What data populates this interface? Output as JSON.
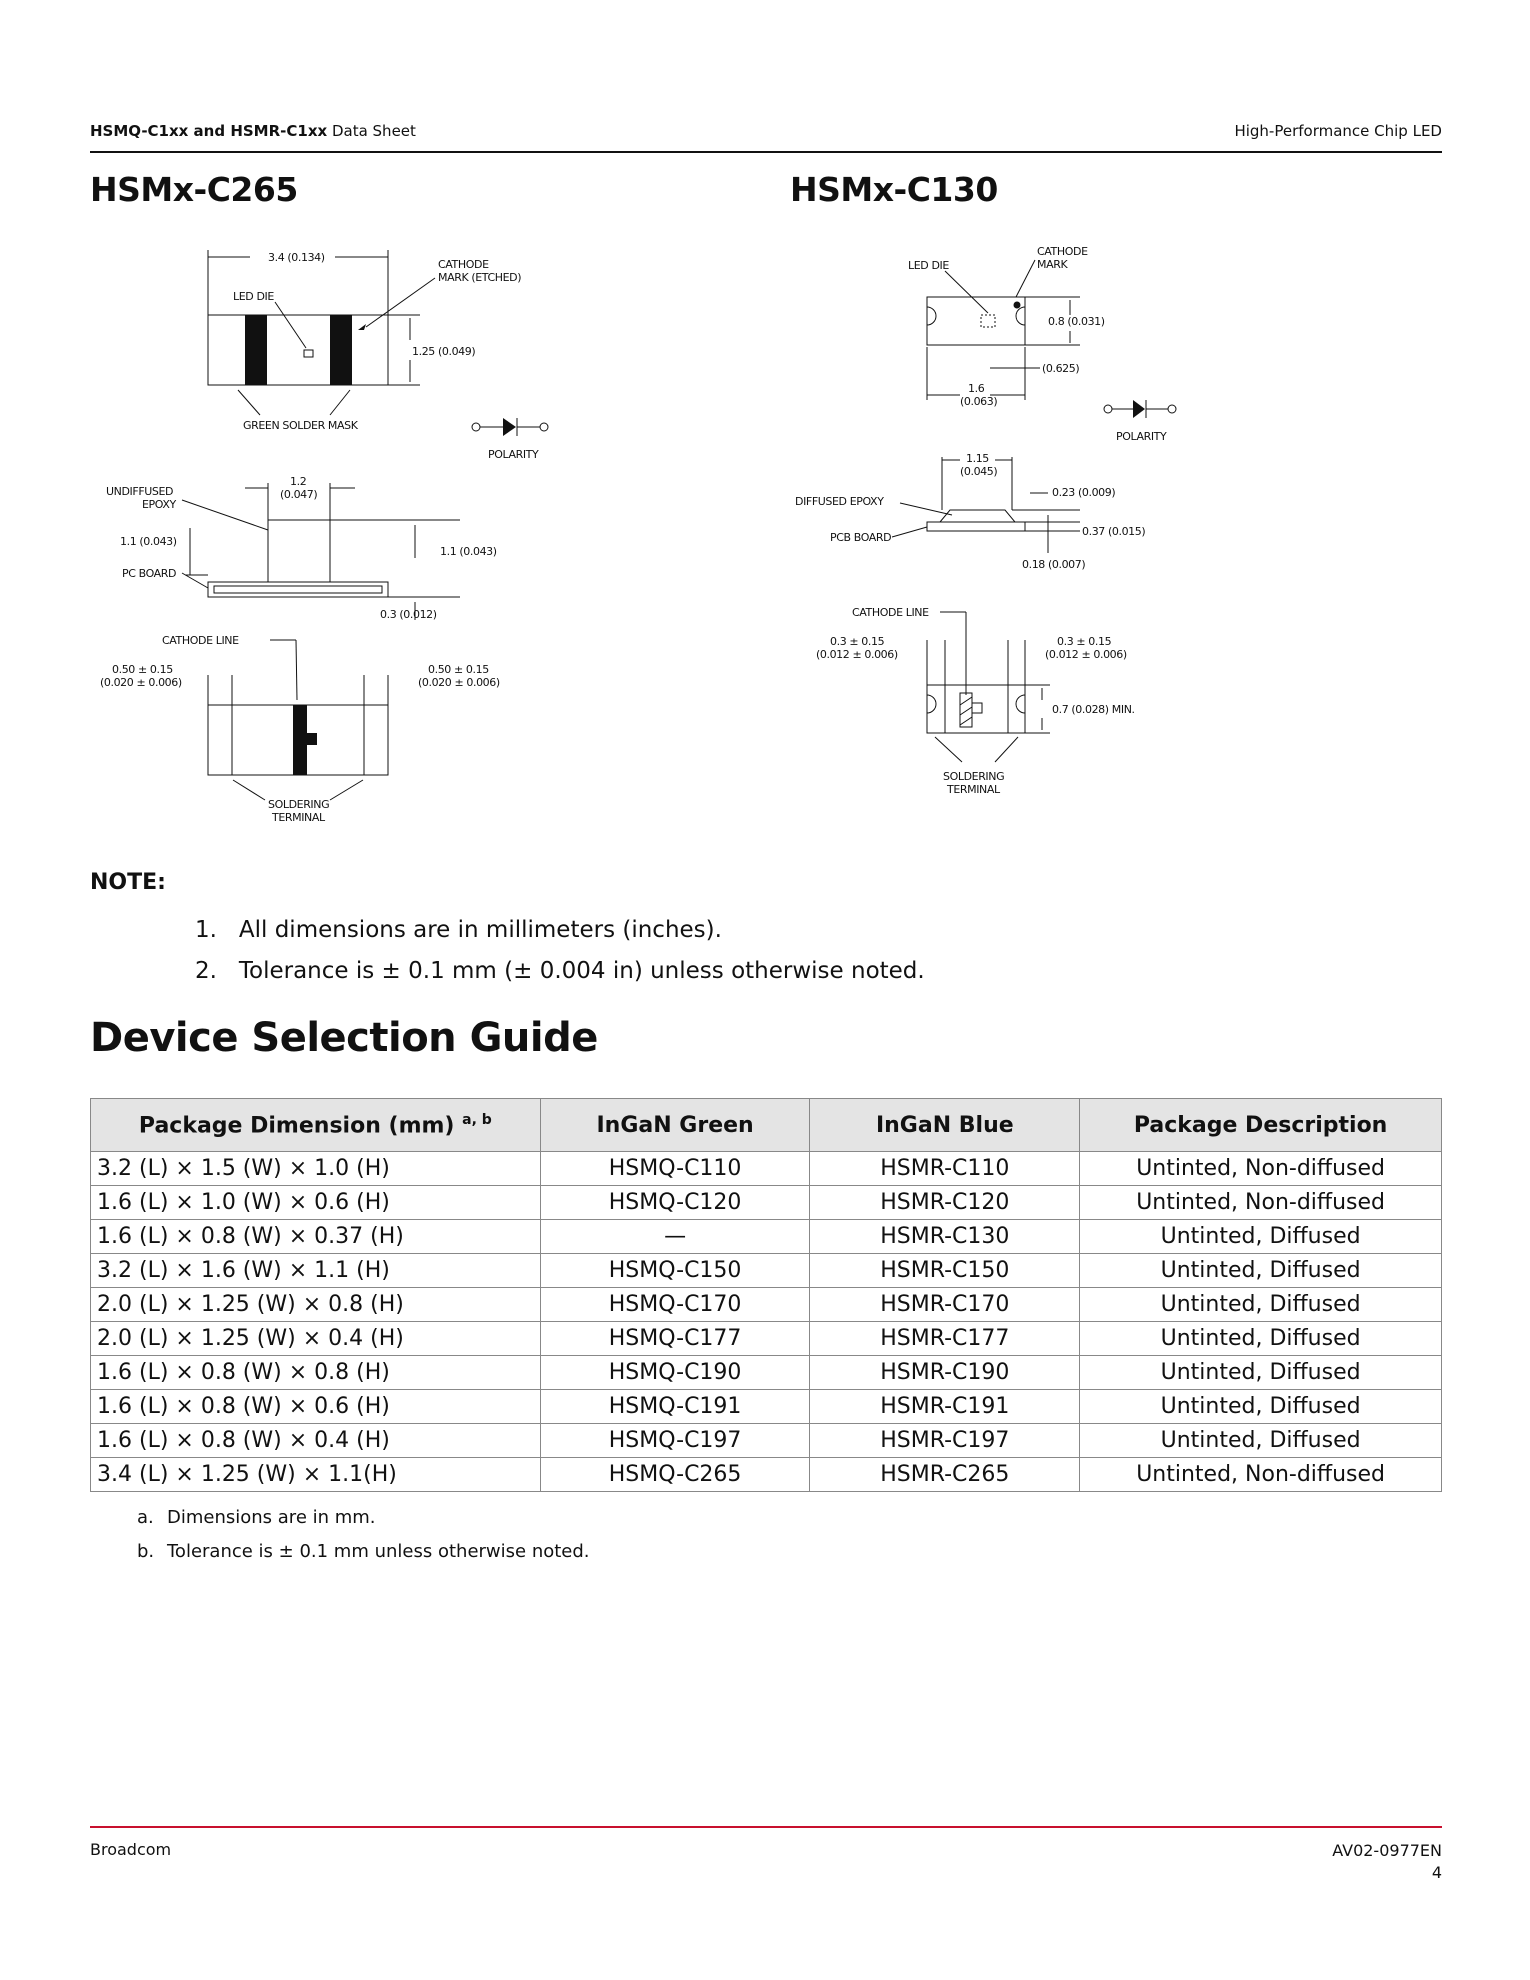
{
  "header": {
    "doc_bold": "HSMQ-C1xx and HSMR-C1xx",
    "doc_rest": " Data Sheet",
    "right": "High-Performance Chip LED"
  },
  "figures": {
    "left": {
      "title": "HSMx-C265",
      "labels": {
        "dim_top": "3.4 (0.134)",
        "cathode_mark": [
          "CATHODE",
          "MARK (ETCHED)"
        ],
        "led_die": "LED DIE",
        "height_125": "1.25 (0.049)",
        "green_mask": "GREEN SOLDER MASK",
        "polarity": "POLARITY",
        "undiffused": [
          "UNDIFFUSED",
          "EPOXY"
        ],
        "dim_12": [
          "1.2",
          "(0.047)"
        ],
        "dim_11_left": "1.1 (0.043)",
        "dim_11_right": "1.1 (0.043)",
        "pc_board": "PC BOARD",
        "dim_03": "0.3 (0.012)",
        "cathode_line": "CATHODE LINE",
        "pad_left": [
          "0.50 ± 0.15",
          "(0.020 ± 0.006)"
        ],
        "pad_right": [
          "0.50 ± 0.15",
          "(0.020 ± 0.006)"
        ],
        "soldering": [
          "SOLDERING",
          "TERMINAL"
        ]
      }
    },
    "right": {
      "title": "HSMx-C130",
      "labels": {
        "cathode_mark": [
          "CATHODE",
          "MARK"
        ],
        "led_die": "LED DIE",
        "dim_08": "0.8 (0.031)",
        "dim_0625": "(0.625)",
        "dim_16": [
          "1.6",
          "(0.063)"
        ],
        "polarity": "POLARITY",
        "dim_115": [
          "1.15",
          "(0.045)"
        ],
        "dim_023": "0.23 (0.009)",
        "diffused": "DIFFUSED EPOXY",
        "dim_037": "0.37 (0.015)",
        "pcb_board": "PCB BOARD",
        "dim_018": "0.18 (0.007)",
        "cathode_line": "CATHODE LINE",
        "pad_left": [
          "0.3 ± 0.15",
          "(0.012 ± 0.006)"
        ],
        "pad_right": [
          "0.3 ± 0.15",
          "(0.012 ± 0.006)"
        ],
        "dim_07": "0.7 (0.028) MIN.",
        "soldering": [
          "SOLDERING",
          "TERMINAL"
        ]
      }
    }
  },
  "note": {
    "heading": "NOTE:",
    "items": [
      "1.   All dimensions are in millimeters (inches).",
      "2.   Tolerance is ± 0.1 mm (± 0.004 in) unless otherwise noted."
    ]
  },
  "section_title": "Device Selection Guide",
  "table": {
    "headers": [
      "Package Dimension (mm)",
      "InGaN Green",
      "InGaN Blue",
      "Package Description"
    ],
    "header_sup": "a, b",
    "rows": [
      [
        "3.2 (L) × 1.5 (W) × 1.0 (H)",
        "HSMQ-C110",
        "HSMR-C110",
        "Untinted, Non-diffused"
      ],
      [
        "1.6 (L) × 1.0 (W) × 0.6 (H)",
        "HSMQ-C120",
        "HSMR-C120",
        "Untinted, Non-diffused"
      ],
      [
        "1.6 (L) × 0.8 (W) × 0.37 (H)",
        "—",
        "HSMR-C130",
        "Untinted, Diffused"
      ],
      [
        "3.2 (L) × 1.6 (W) × 1.1 (H)",
        "HSMQ-C150",
        "HSMR-C150",
        "Untinted, Diffused"
      ],
      [
        "2.0 (L) × 1.25 (W) × 0.8 (H)",
        "HSMQ-C170",
        "HSMR-C170",
        "Untinted, Diffused"
      ],
      [
        "2.0 (L) × 1.25 (W) × 0.4 (H)",
        "HSMQ-C177",
        "HSMR-C177",
        "Untinted, Diffused"
      ],
      [
        "1.6 (L) × 0.8 (W) × 0.8 (H)",
        "HSMQ-C190",
        "HSMR-C190",
        "Untinted, Diffused"
      ],
      [
        "1.6 (L) × 0.8 (W) × 0.6 (H)",
        "HSMQ-C191",
        "HSMR-C191",
        "Untinted, Diffused"
      ],
      [
        "1.6 (L) × 0.8 (W) × 0.4 (H)",
        "HSMQ-C197",
        "HSMR-C197",
        "Untinted, Diffused"
      ],
      [
        "3.4 (L) × 1.25 (W) × 1.1(H)",
        "HSMQ-C265",
        "HSMR-C265",
        "Untinted, Non-diffused"
      ]
    ],
    "footnotes": [
      {
        "mark": "a.",
        "text": "Dimensions are in mm."
      },
      {
        "mark": "b.",
        "text": "Tolerance is ± 0.1 mm unless otherwise noted."
      }
    ]
  },
  "footer": {
    "left": "Broadcom",
    "doc_number": "AV02-0977EN",
    "page": "4"
  },
  "colors": {
    "footer_rule": "#c8102e",
    "table_header_bg": "#e4e4e4"
  }
}
